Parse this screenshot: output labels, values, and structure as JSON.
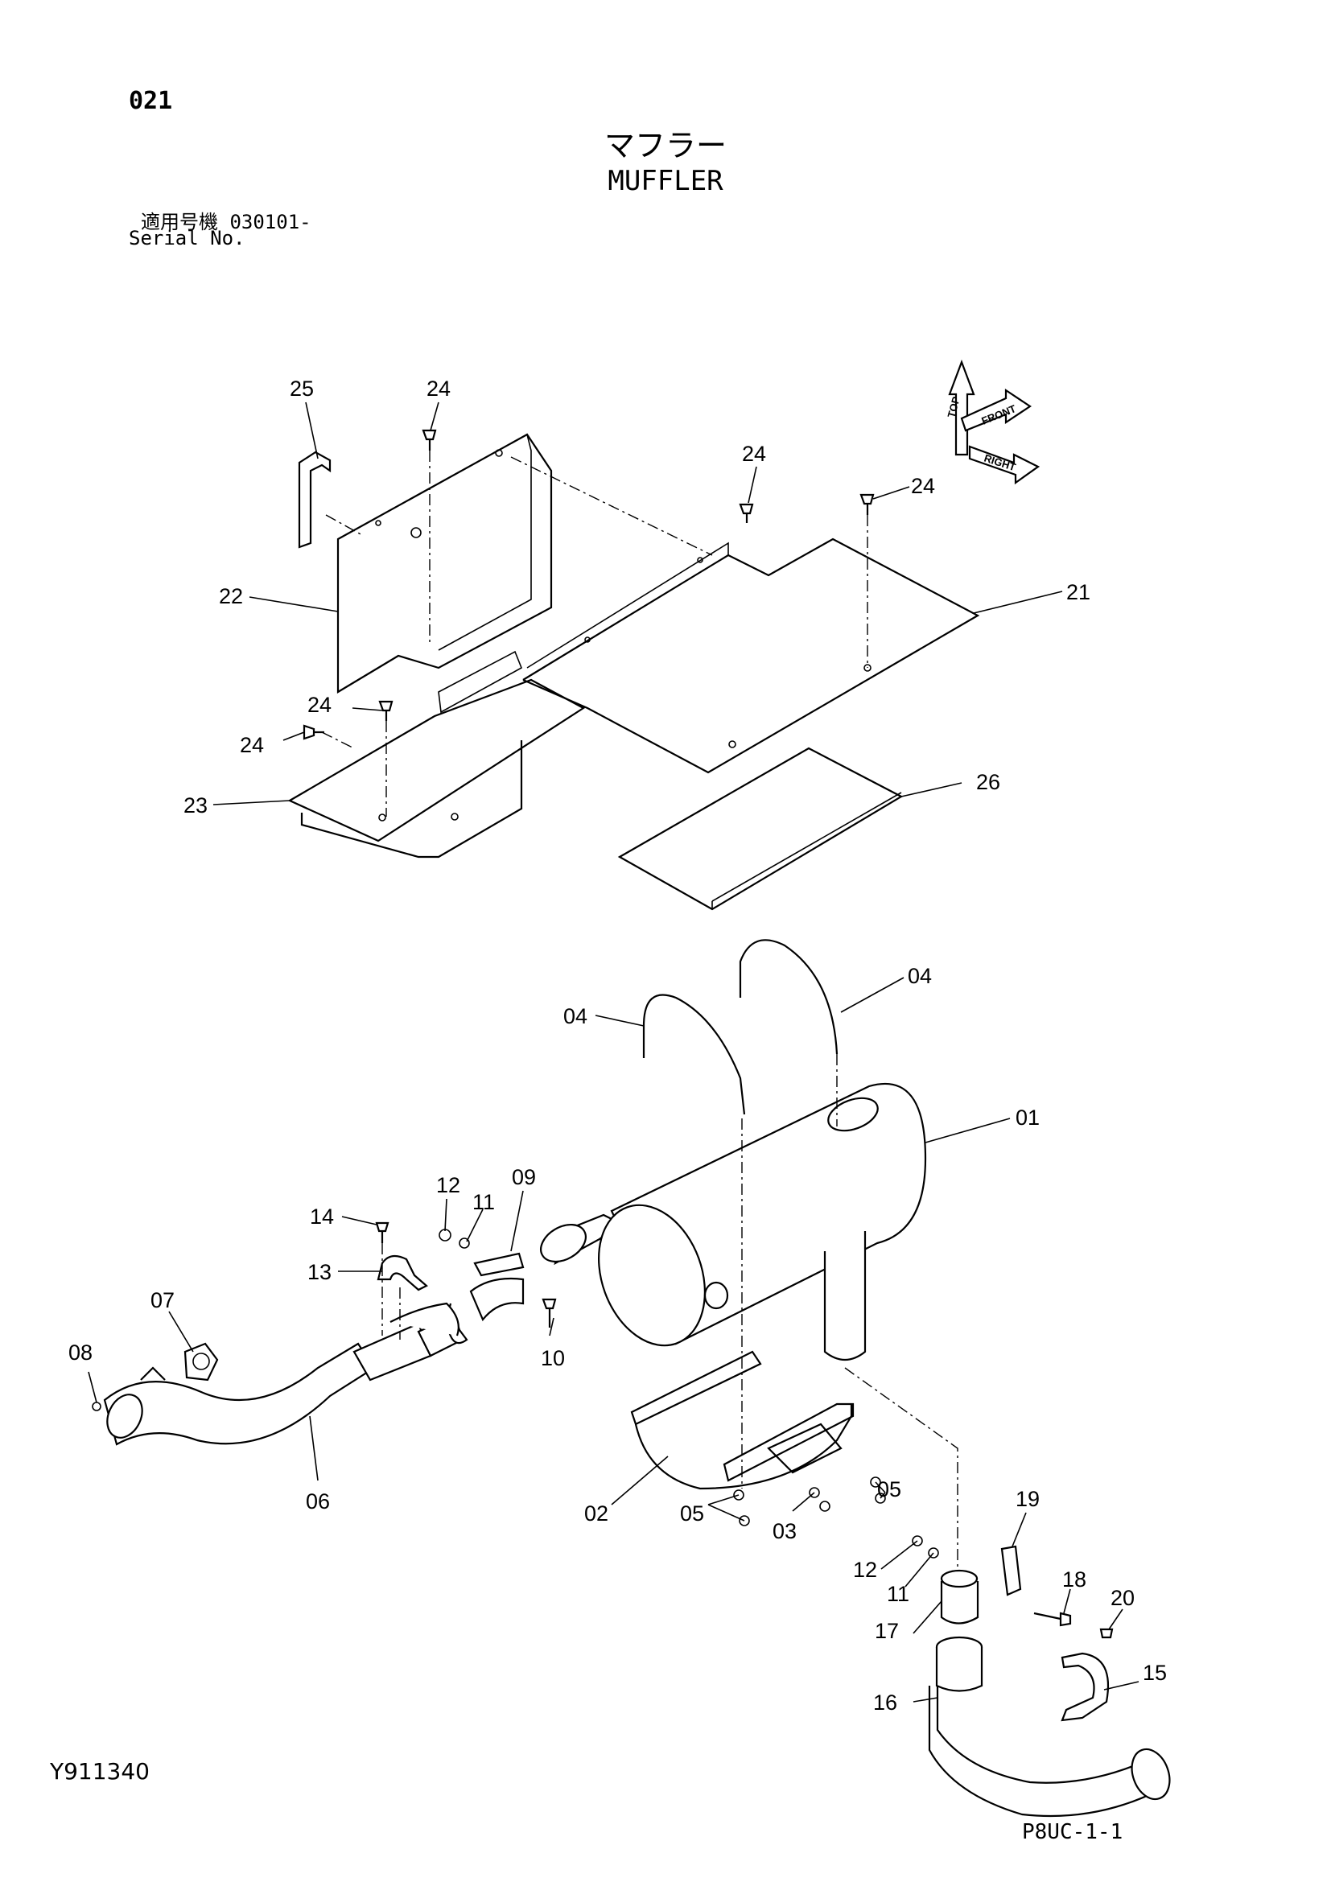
{
  "page": {
    "number": "021",
    "title_jp": "マフラー",
    "title_en": "MUFFLER",
    "serial_line1": "適用号機  030101-",
    "serial_line2": "Serial No.",
    "doc_code": "Y911340",
    "page_code": "P8UC-1-1"
  },
  "orientation": {
    "top": "TOP",
    "front": "FRONT",
    "right": "RIGHT"
  },
  "callouts": {
    "c01": "01",
    "c02": "02",
    "c03": "03",
    "c04a": "04",
    "c04b": "04",
    "c05a": "05",
    "c05b": "05",
    "c06": "06",
    "c07": "07",
    "c08": "08",
    "c09": "09",
    "c10": "10",
    "c11a": "11",
    "c11b": "11",
    "c12a": "12",
    "c12b": "12",
    "c13": "13",
    "c14": "14",
    "c15": "15",
    "c16": "16",
    "c17": "17",
    "c18": "18",
    "c19": "19",
    "c20": "20",
    "c21": "21",
    "c22": "22",
    "c23": "23",
    "c24a": "24",
    "c24b": "24",
    "c24c": "24",
    "c24d": "24",
    "c24e": "24",
    "c25": "25",
    "c26": "26"
  }
}
